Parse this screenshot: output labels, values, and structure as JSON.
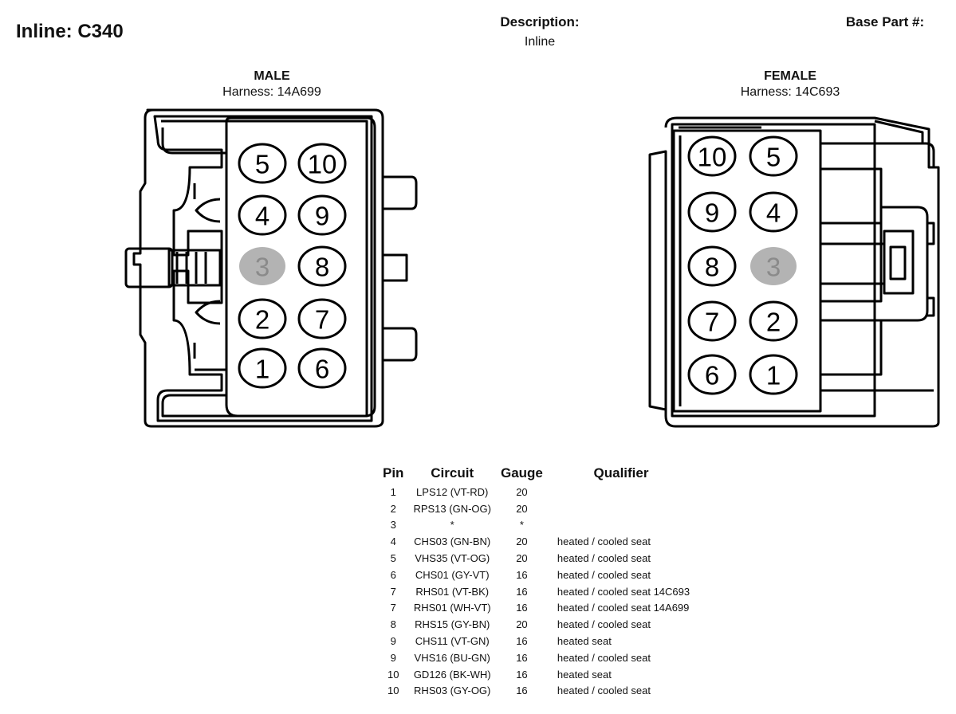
{
  "header": {
    "title": "Inline: C340",
    "description_label": "Description:",
    "description_value": "Inline",
    "base_part_label": "Base Part #:"
  },
  "male": {
    "title": "MALE",
    "harness": "Harness: 14A699",
    "pins": [
      "5",
      "10",
      "4",
      "9",
      "3",
      "8",
      "2",
      "7",
      "1",
      "6"
    ]
  },
  "female": {
    "title": "FEMALE",
    "harness": "Harness: 14C693",
    "pins": [
      "10",
      "5",
      "9",
      "4",
      "8",
      "3",
      "7",
      "2",
      "6",
      "1"
    ]
  },
  "highlight_color": "#b3b3b3",
  "highlighted_pin": "3",
  "table": {
    "headers": [
      "Pin",
      "Circuit",
      "Gauge",
      "Qualifier"
    ],
    "rows": [
      [
        "1",
        "LPS12 (VT-RD)",
        "20",
        ""
      ],
      [
        "2",
        "RPS13 (GN-OG)",
        "20",
        ""
      ],
      [
        "3",
        "*",
        "*",
        ""
      ],
      [
        "4",
        "CHS03 (GN-BN)",
        "20",
        "heated / cooled seat"
      ],
      [
        "5",
        "VHS35 (VT-OG)",
        "20",
        "heated / cooled seat"
      ],
      [
        "6",
        "CHS01 (GY-VT)",
        "16",
        "heated / cooled seat"
      ],
      [
        "7",
        "RHS01 (VT-BK)",
        "16",
        "heated / cooled seat 14C693"
      ],
      [
        "7",
        "RHS01 (WH-VT)",
        "16",
        "heated / cooled seat 14A699"
      ],
      [
        "8",
        "RHS15 (GY-BN)",
        "20",
        "heated / cooled seat"
      ],
      [
        "9",
        "CHS11 (VT-GN)",
        "16",
        "heated seat"
      ],
      [
        "9",
        "VHS16 (BU-GN)",
        "16",
        "heated / cooled seat"
      ],
      [
        "10",
        "GD126 (BK-WH)",
        "16",
        "heated seat"
      ],
      [
        "10",
        "RHS03 (GY-OG)",
        "16",
        "heated / cooled seat"
      ]
    ]
  }
}
